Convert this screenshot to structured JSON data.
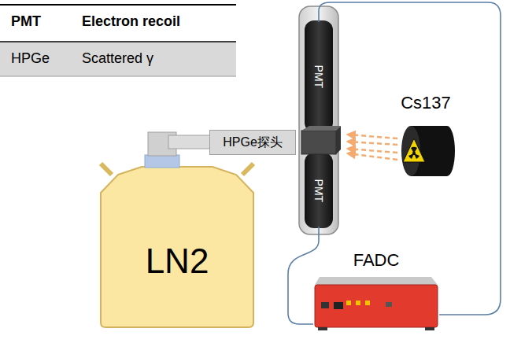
{
  "diagram": {
    "nodes": [
      {
        "text": [
          "PMT"
        ]
      },
      {
        "text": [
          "Cs137"
        ]
      },
      {
        "text": [
          "HPGe探头"
        ]
      },
      {
        "text": [
          "PMT"
        ]
      },
      {
        "text": [
          "LN2"
        ]
      },
      {
        "text": [
          "FADC"
        ]
      }
    ],
    "edges": [
      {
        "from": 0,
        "to": 5,
        "arrow": "none"
      },
      {
        "from": 3,
        "to": 5,
        "arrow": "none"
      }
    ],
    "labels": [
      "PMT",
      "Electron recoil",
      "HPGe",
      "Scattered γ"
    ]
  }
}
